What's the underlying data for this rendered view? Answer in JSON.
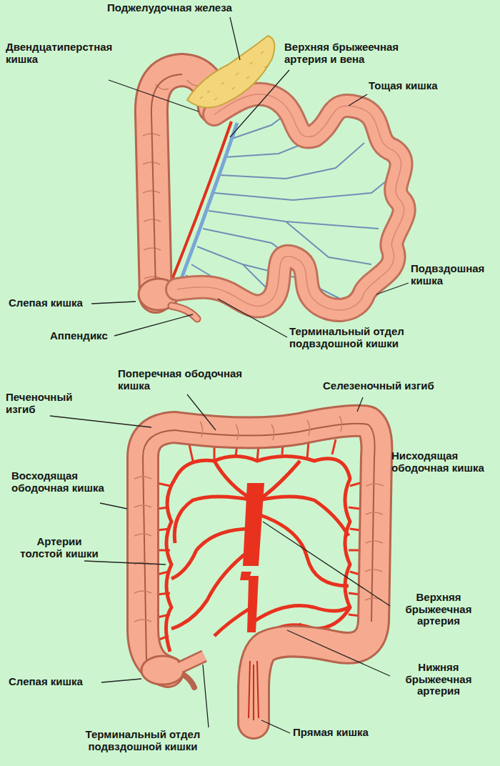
{
  "diagram": {
    "labels": [
      "Поджелудочная железа",
      "Двендцатиперстная кишка",
      "Верхняя брыжеечная артерия и вена",
      "Тощая кишка",
      "Подвздошная кишка",
      "Слепая кишка",
      "Аппендикс",
      "Терминальный отдел подвздошной кишки",
      "Поперечная ободочная кишка",
      "Печеночный изгиб",
      "Селезеночный изгиб",
      "Нисходящая ободочная кишка",
      "Восходящая ободочная кишка",
      "Артерии толстой кишки",
      "Верхняя брыжеечная артерия",
      "Нижняя брыжеечная артерия",
      "Слепая кишка",
      "Прямая кишка",
      "Терминальный отдел подвздошной кишки"
    ]
  }
}
